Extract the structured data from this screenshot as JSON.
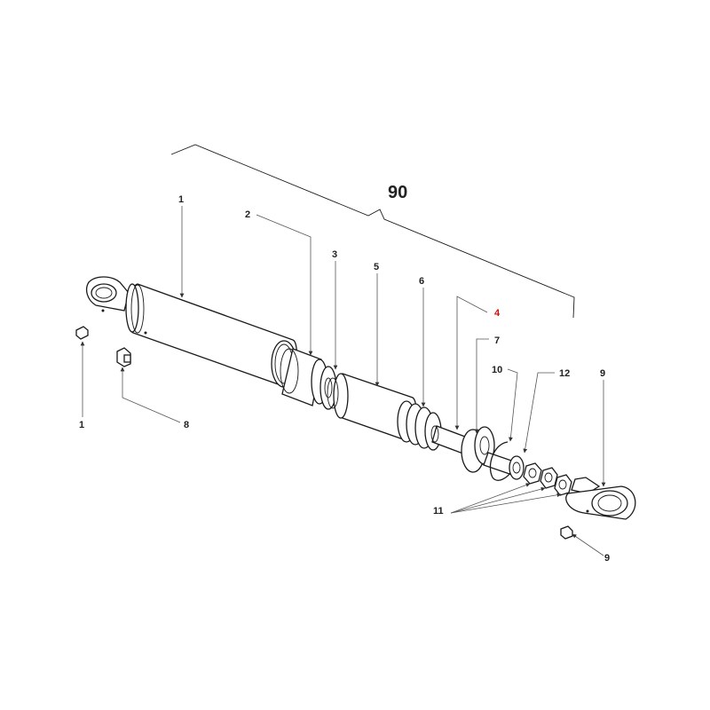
{
  "assembly_label": "90",
  "callouts": {
    "barrel_top": "1",
    "barrel_fitting": "1",
    "bushing": "2",
    "seal_ring": "3",
    "piston": "5",
    "piston_seal": "6",
    "rod": "4",
    "gland": "7",
    "snap_ring": "10",
    "washer": "12",
    "rod_end": "9",
    "rod_end_fitting": "9",
    "grease_fitting": "8",
    "nuts": "11"
  },
  "colors": {
    "highlight_callout": "#cc1111",
    "line": "#1a1a1a",
    "fill": "#ffffff"
  }
}
